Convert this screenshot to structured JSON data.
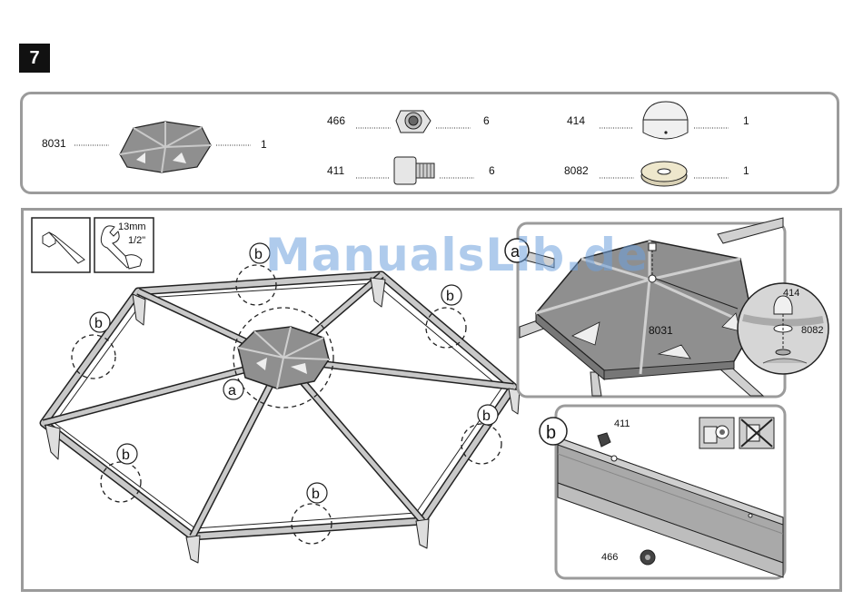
{
  "step": {
    "number": "7"
  },
  "parts": [
    {
      "id": "8031",
      "qty": "1"
    },
    {
      "id": "466",
      "qty": "6"
    },
    {
      "id": "411",
      "qty": "6"
    },
    {
      "id": "414",
      "qty": "1"
    },
    {
      "id": "8082",
      "qty": "1"
    }
  ],
  "tools": {
    "wrench_size": "13mm",
    "wrench_size_imperial": "1/2\""
  },
  "callouts": {
    "a": "a",
    "b": "b"
  },
  "detail_a": {
    "part": "8031",
    "nut": "414",
    "washer": "8082",
    "marker": "a"
  },
  "detail_b": {
    "bolt": "411",
    "nut": "466",
    "marker": "b"
  },
  "watermark": "ManualsLib.de",
  "colors": {
    "plate": "#8f8f8f",
    "frame": "#bdbdbd",
    "outline": "#222222",
    "border": "#9b9b9b"
  }
}
